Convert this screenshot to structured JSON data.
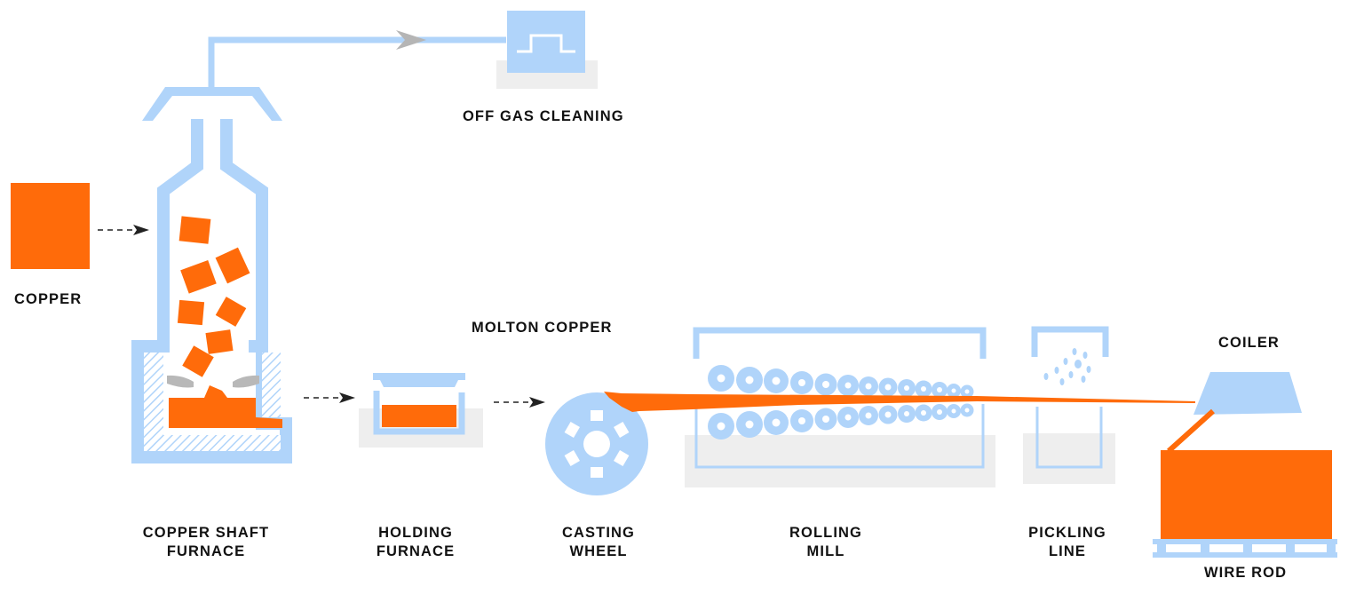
{
  "colors": {
    "copper": "#ff6b0a",
    "equipment": "#b0d4fa",
    "base": "#eeeeee",
    "arrow": "#222222",
    "gas_arrow": "#b5b5b5",
    "text": "#111111"
  },
  "labels": {
    "off_gas": "OFF GAS CLEANING",
    "copper": "COPPER",
    "molton": "MOLTON COPPER",
    "coiler": "COILER",
    "furnace_1": "COPPER SHAFT",
    "furnace_2": "FURNACE",
    "holding_1": "HOLDING",
    "holding_2": "FURNACE",
    "casting_1": "CASTING",
    "casting_2": "WHEEL",
    "rolling_1": "ROLLING",
    "rolling_2": "MILL",
    "pickling_1": "PICKLING",
    "pickling_2": "LINE",
    "wire_rod": "WIRE ROD"
  }
}
